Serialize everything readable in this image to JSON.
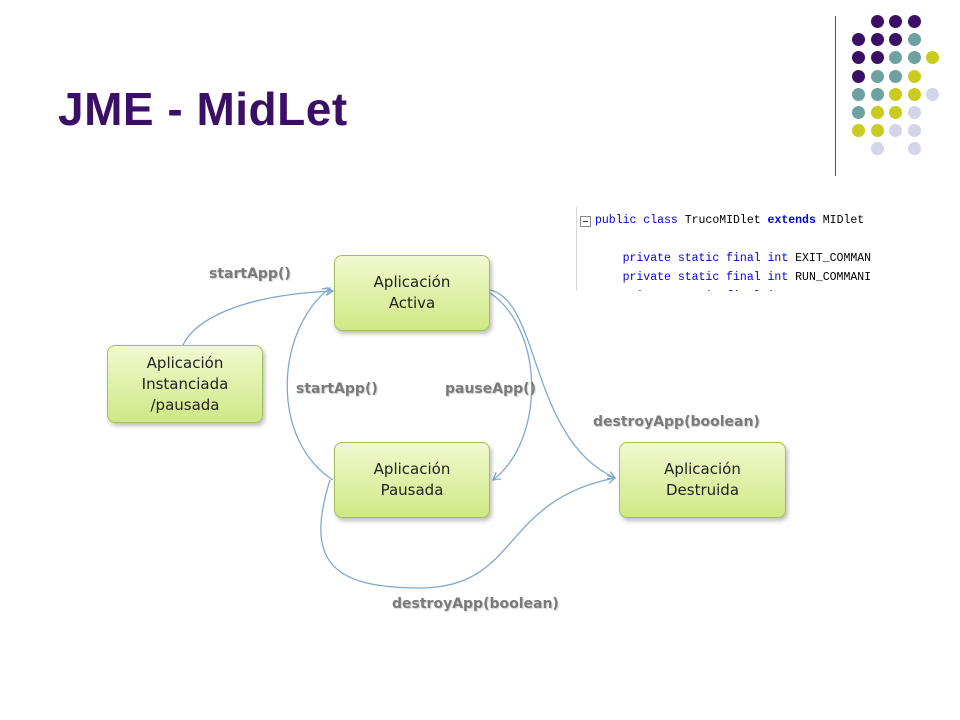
{
  "title": "JME - MidLet",
  "colors": {
    "title": "#3b0f66",
    "dot_purple": "#3b0f66",
    "dot_teal": "#6fa1a3",
    "dot_yellow": "#c9cc1e",
    "dot_lavender": "#d4d4ea",
    "state_fill": "#d8ee95",
    "arrow": "#7fa8cf"
  },
  "code": {
    "lines": [
      {
        "segments": [
          {
            "t": "public class ",
            "k": "kw"
          },
          {
            "t": "TrucoMIDlet ",
            "k": ""
          },
          {
            "t": "extends ",
            "k": "kwb"
          },
          {
            "t": "MIDlet",
            "k": ""
          }
        ]
      },
      {
        "segments": [
          {
            "t": "",
            "k": ""
          }
        ]
      },
      {
        "segments": [
          {
            "t": "    private static final int ",
            "k": "kw"
          },
          {
            "t": "EXIT_COMMAN",
            "k": ""
          }
        ]
      },
      {
        "segments": [
          {
            "t": "    private static final int ",
            "k": "kw"
          },
          {
            "t": "RUN_COMMANI",
            "k": ""
          }
        ]
      },
      {
        "segments": [
          {
            "t": "    private static final int ",
            "k": "kw"
          },
          {
            "t": "BACK_COMMAN",
            "k": ""
          }
        ]
      }
    ]
  },
  "states": {
    "activa": "Aplicación\nActiva",
    "instanciada": "Aplicación\nInstanciada\n/pausada",
    "pausada": "Aplicación\nPausada",
    "destruida": "Aplicación\nDestruida"
  },
  "edges": {
    "start_top": "startApp()",
    "start_mid": "startApp()",
    "pause": "pauseApp()",
    "destroy_top": "destroyApp(boolean)",
    "destroy_bottom": "destroyApp(boolean)"
  }
}
